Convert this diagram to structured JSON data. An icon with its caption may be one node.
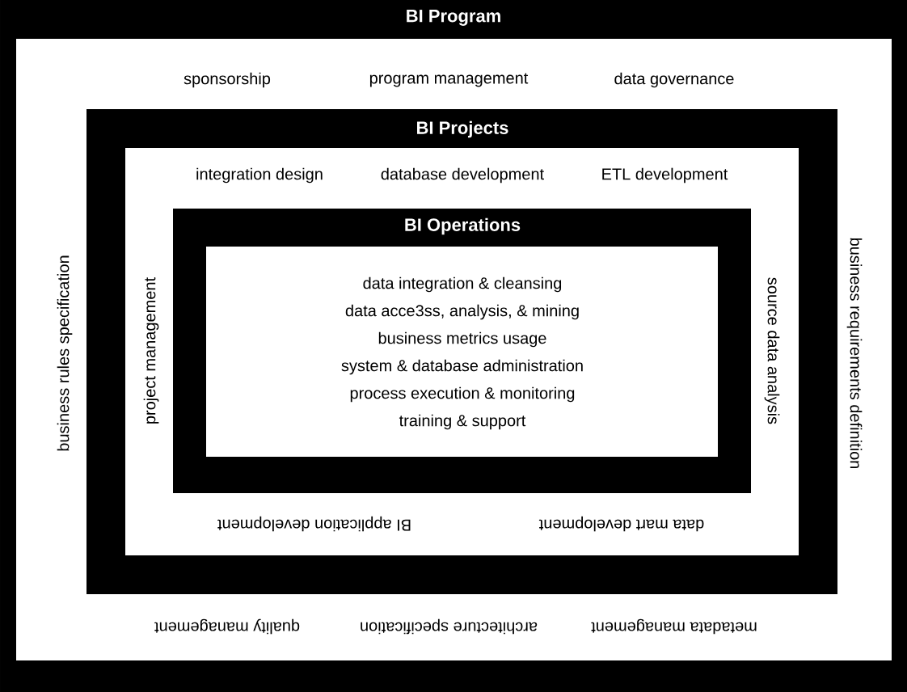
{
  "diagram": {
    "nodes": [
      {
        "text": [
          "BI Program",
          "sponsorship",
          "program management",
          "data governance",
          "business rules specification",
          "business requirements definition",
          "quality management",
          "architecture specification",
          "metadata management"
        ]
      },
      {
        "text": [
          "BI Projects",
          "integration design",
          "database development",
          "ETL development",
          "project management",
          "source data analysis",
          "BI application development",
          "data mart development"
        ],
        "in": 0
      },
      {
        "text": [
          "BI Operations"
        ],
        "in": 1
      },
      {
        "text": [
          "data integration & cleansing",
          "data acce3ss, analysis, & mining",
          "business metrics usage",
          "system & database administration",
          "process execution & monitoring",
          "training & support"
        ],
        "in": 2
      }
    ]
  }
}
